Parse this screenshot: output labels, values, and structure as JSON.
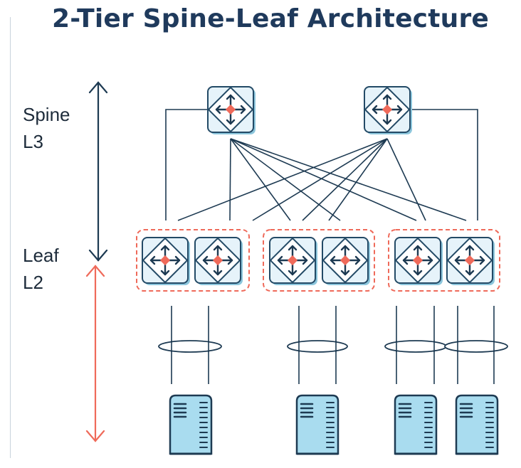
{
  "title": "2-Tier Spine-Leaf Architecture",
  "tiers": {
    "spine": {
      "name": "Spine",
      "layer": "L3"
    },
    "leaf": {
      "name": "Leaf",
      "layer": "L2"
    }
  },
  "colors": {
    "title": "#1f3a5c",
    "navy": "#1d3a52",
    "switch_fill": "#e6f3fa",
    "switch_border": "#234a66",
    "switch_shadow": "#8cc6dc",
    "red": "#ef6a5a",
    "server_fill": "#a9dcef",
    "server_dark": "#1d3a52"
  },
  "icons": {
    "switch": "network-switch-icon",
    "server": "server-icon",
    "spine_range": "double-arrow-navy",
    "leaf_range": "double-arrow-red"
  }
}
